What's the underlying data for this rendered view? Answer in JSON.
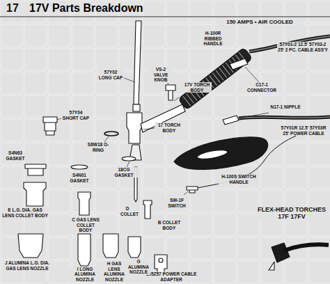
{
  "diagram": {
    "title": "17V Parts Breakdown",
    "labels": [
      "17",
      "150 AMPS • AIR COOLED",
      "H-100R RIBBED HANDLE",
      "VS-2 VALVE KNOB",
      "57Y01-2 12.5' 57Y03-2 25' 2 PC. CABLE ASS'Y",
      "C17-1 CONNECTOR",
      "57Y02 LONG CAP",
      "17V TORCH BODY",
      "N17-1 NIPPLE",
      "57Y04 SHORT CAP",
      "17 TORCH BODY",
      "S8W18 O-RING",
      "57Y01R 12.5' 57Y03R 25' POWER CABLE",
      "S4N63 GASKET",
      "18CG GASKET",
      "S4N01 GASKET",
      "H-100S SWITCH HANDLE",
      "D COLLET",
      "E L.G. DIA. GAS LENS COLLET BODY",
      "C GAS LENS COLLET BODY",
      "B COLLET BODY",
      "SW-1F SWITCH",
      "FLEX-HEAD TORCHES 17F 17FV",
      "105Z57 POWER CABLE ADAPTER",
      "J ALUMINA L.G. DIA. GAS LENS NOZZLE",
      "I LONG ALUMINA NOZZLE",
      "H GAS LENS ALUMINA NOZZLE",
      "G ALUMINA NOZZLE"
    ]
  }
}
